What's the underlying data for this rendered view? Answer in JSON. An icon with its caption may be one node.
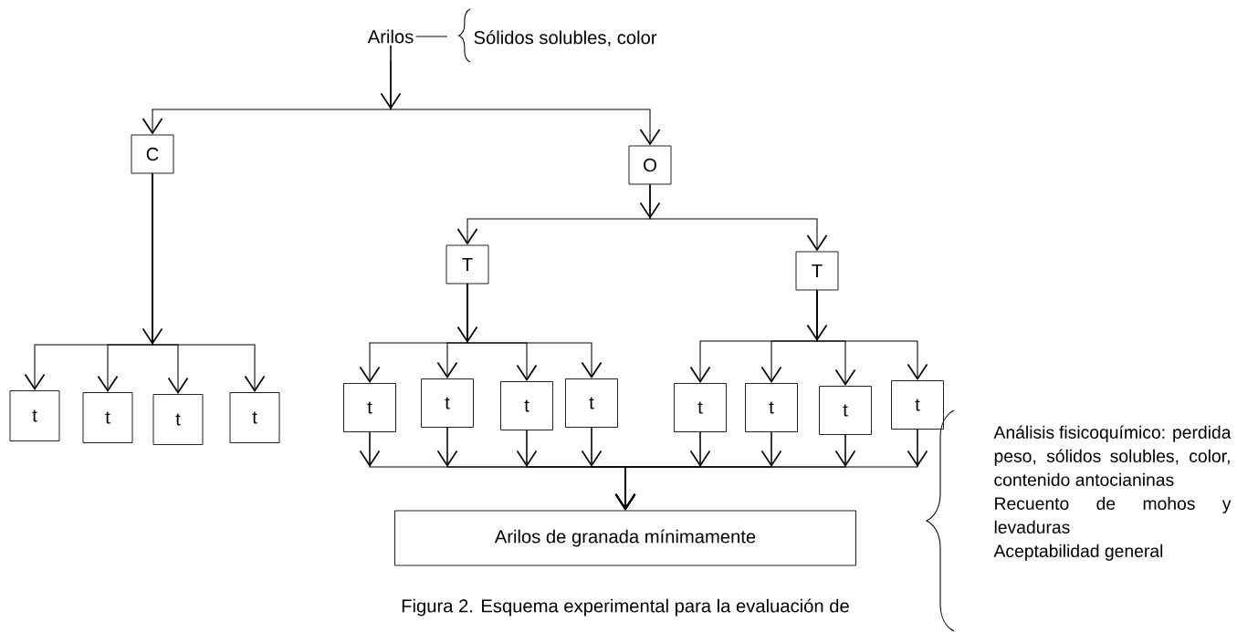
{
  "diagram": {
    "caption": "Figura 2. Esquema experimental para la evaluación de",
    "nodes": [
      {
        "text": [
          "Arilos"
        ],
        "beside": [
          "Sólidos solubles, color"
        ]
      },
      {
        "text": [
          "C"
        ]
      },
      {
        "text": [
          "O"
        ]
      },
      {
        "text": [
          "T"
        ]
      },
      {
        "text": [
          "T"
        ]
      },
      {
        "text": [
          "t"
        ]
      },
      {
        "text": [
          "t"
        ]
      },
      {
        "text": [
          "t"
        ]
      },
      {
        "text": [
          "t"
        ]
      },
      {
        "text": [
          "t"
        ]
      },
      {
        "text": [
          "t"
        ]
      },
      {
        "text": [
          "t"
        ]
      },
      {
        "text": [
          "t"
        ]
      },
      {
        "text": [
          "t"
        ]
      },
      {
        "text": [
          "t"
        ]
      },
      {
        "text": [
          "t"
        ]
      },
      {
        "text": [
          "t"
        ]
      },
      {
        "text": [
          "Arilos de granada mínimamente"
        ]
      }
    ],
    "edges": [
      {
        "from": 0,
        "to": 1,
        "arrow": "to"
      },
      {
        "from": 0,
        "to": 2,
        "arrow": "to"
      },
      {
        "from": 2,
        "to": 3,
        "arrow": "to"
      },
      {
        "from": 2,
        "to": 4,
        "arrow": "to"
      },
      {
        "from": 1,
        "to": 5,
        "arrow": "to"
      },
      {
        "from": 1,
        "to": 6,
        "arrow": "to"
      },
      {
        "from": 1,
        "to": 7,
        "arrow": "to"
      },
      {
        "from": 1,
        "to": 8,
        "arrow": "to"
      },
      {
        "from": 3,
        "to": 9,
        "arrow": "to"
      },
      {
        "from": 3,
        "to": 10,
        "arrow": "to"
      },
      {
        "from": 3,
        "to": 11,
        "arrow": "to"
      },
      {
        "from": 3,
        "to": 12,
        "arrow": "to"
      },
      {
        "from": 4,
        "to": 13,
        "arrow": "to"
      },
      {
        "from": 4,
        "to": 14,
        "arrow": "to"
      },
      {
        "from": 4,
        "to": 15,
        "arrow": "to"
      },
      {
        "from": 4,
        "to": 16,
        "arrow": "to"
      },
      {
        "from": 9,
        "to": 17,
        "arrow": "to"
      },
      {
        "from": 10,
        "to": 17,
        "arrow": "to"
      },
      {
        "from": 11,
        "to": 17,
        "arrow": "to"
      },
      {
        "from": 12,
        "to": 17,
        "arrow": "to"
      },
      {
        "from": 13,
        "to": 17,
        "arrow": "to"
      },
      {
        "from": 14,
        "to": 17,
        "arrow": "to"
      },
      {
        "from": 15,
        "to": 17,
        "arrow": "to"
      },
      {
        "from": 16,
        "to": 17,
        "arrow": "to"
      }
    ],
    "labels": [
      "Análisis fisicoquímico: perdida peso, sólidos solubles, color, contenido antocianinas",
      "Recuento de mohos y levaduras",
      "Aceptabilidad general"
    ]
  }
}
